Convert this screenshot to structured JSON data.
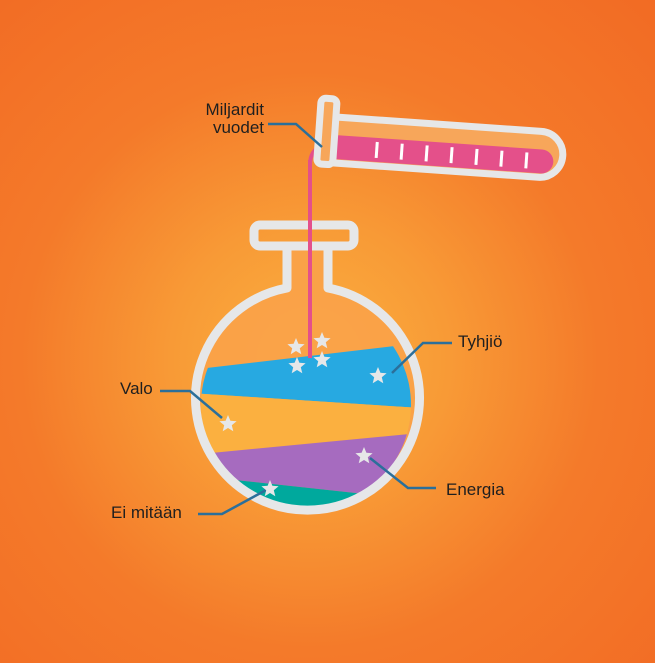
{
  "labels": {
    "billions_of_years": "Miljardit vuodet",
    "billions_line1": "Miljardit",
    "billions_line2": "vuodet",
    "vacuum": "Tyhjiö",
    "light": "Valo",
    "energy": "Energia",
    "nothing": "Ei mitään"
  },
  "colors": {
    "background": "#f26b24",
    "background_center": "#fbb040",
    "glass_outline": "#e6e7e8",
    "liquid_pink": "#e4508a",
    "layer_blue": "#27a9e1",
    "layer_orange": "#fbb040",
    "layer_purple": "#a66bbf",
    "layer_teal": "#00a99d",
    "leader_line": "#2b6f9a",
    "star": "#e6e7e8"
  },
  "icons": [
    "star-icon"
  ]
}
